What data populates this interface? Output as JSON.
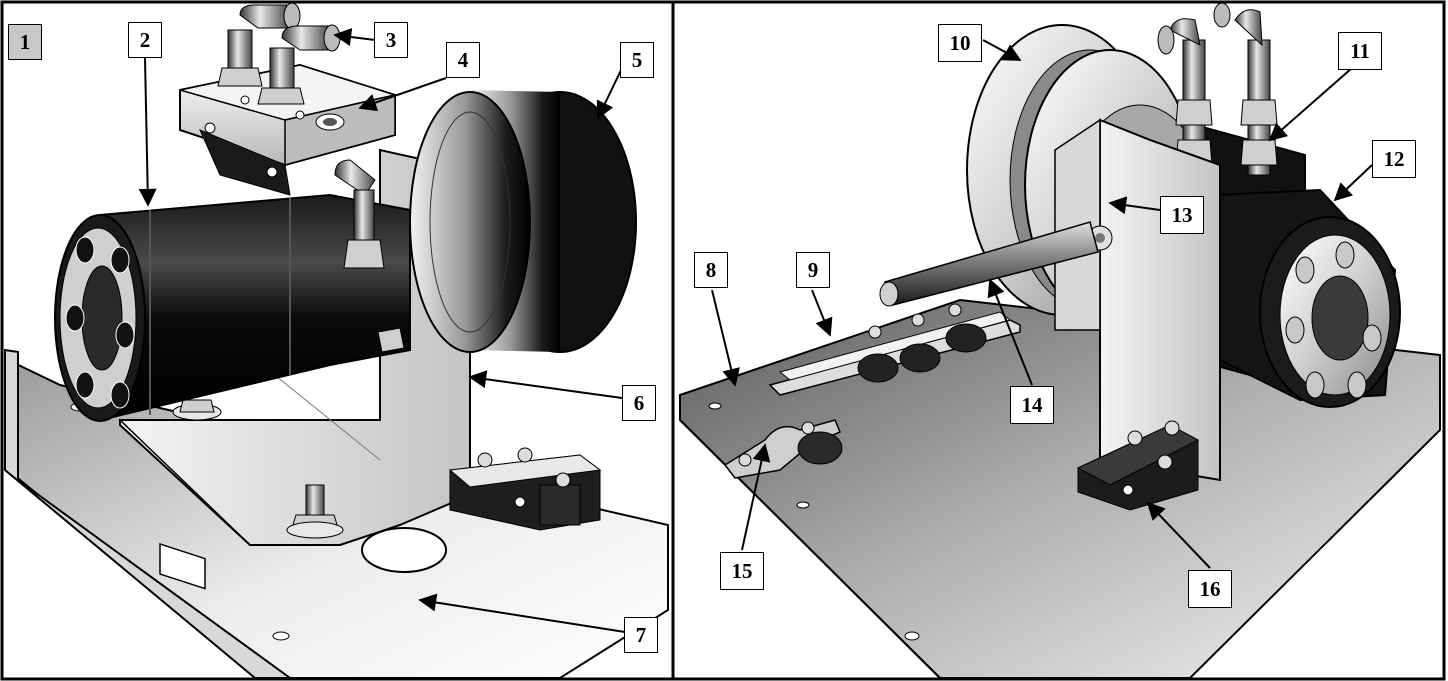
{
  "panels": [
    {
      "id": "left",
      "view_label": "1",
      "callouts": [
        "2",
        "3",
        "4",
        "5",
        "6",
        "7"
      ]
    },
    {
      "id": "right",
      "callouts": [
        "8",
        "9",
        "10",
        "11",
        "12",
        "13",
        "14",
        "15",
        "16"
      ]
    }
  ],
  "colors": {
    "frame": "#000000",
    "view_label_fill": "#c8c8c8",
    "callout_fill": "#ffffff",
    "plate": "#e6e6e6",
    "dark_metal": "#141414",
    "light_metal": "#f0f0f0"
  }
}
